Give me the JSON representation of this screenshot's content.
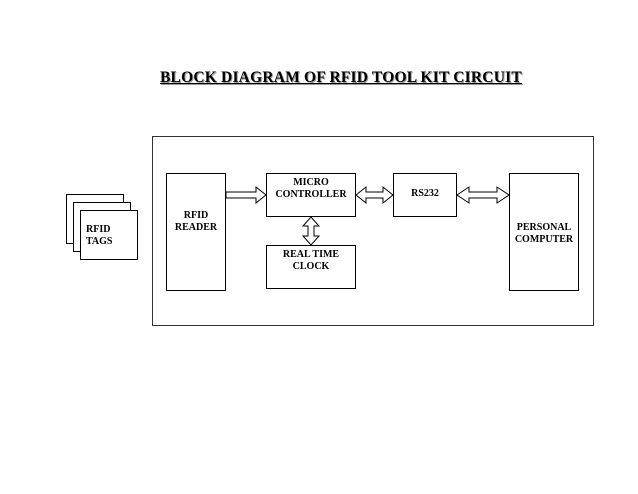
{
  "title": "BLOCK DIAGRAM OF  RFID TOOL KIT CIRCUIT",
  "blocks": {
    "rfid_tags": [
      "RFID",
      "TAGS"
    ],
    "rfid_reader": [
      "RFID",
      "READER"
    ],
    "micro_controller": [
      "MICRO",
      "CONTROLLER"
    ],
    "rs232": [
      "RS232"
    ],
    "real_time_clock": [
      "REAL TIME",
      "CLOCK"
    ],
    "personal_computer": [
      "PERSONAL",
      "COMPUTER"
    ]
  }
}
